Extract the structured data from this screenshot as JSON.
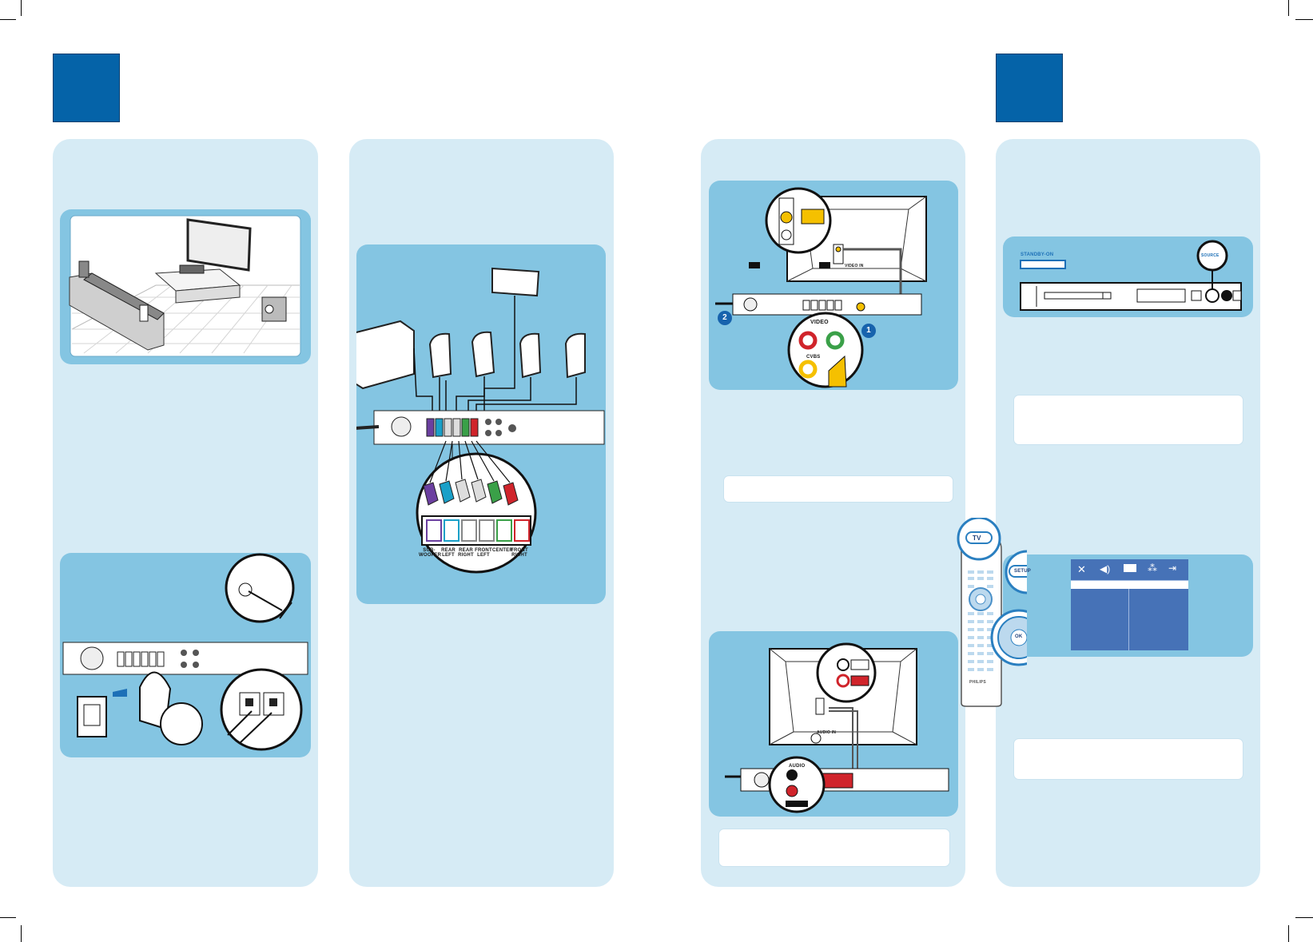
{
  "colors": {
    "brand_blue": "#0563a8",
    "panel_bg": "#d6ebf5",
    "figure_bg": "#84c5e2",
    "menu_blue": "#4672b7"
  },
  "speaker_connector_labels": [
    "SUB-WOOFER",
    "REAR LEFT",
    "REAR RIGHT",
    "FRONT LEFT",
    "CENTER",
    "FRONT RIGHT"
  ],
  "tv_connection": {
    "step_markers": [
      "2",
      "1"
    ],
    "video_label": "VIDEO",
    "cvbs_label": "CVBS",
    "video_in_label": "VIDEO IN"
  },
  "audio_connection": {
    "audio_label": "AUDIO",
    "audio_in_label": "AUDIO IN"
  },
  "front_panel": {
    "standby_label": "STANDBY-ON",
    "source_label": "SOURCE"
  },
  "remote": {
    "tv_button": "TV",
    "setup_button": "SETUP",
    "ok_label": "OK",
    "brand": "PHILIPS"
  },
  "setup_menu": {
    "icons": [
      "general-setup-icon",
      "audio-setup-icon",
      "video-setup-icon",
      "preferences-icon",
      "exit-icon"
    ]
  }
}
